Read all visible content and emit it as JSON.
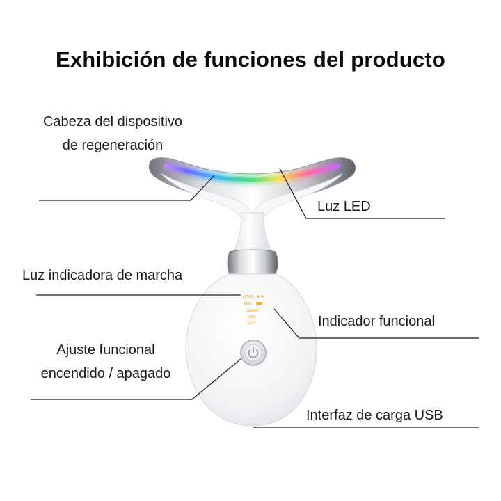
{
  "title": "Exhibición de funciones del producto",
  "labels": {
    "head_line1": "Cabeza del dispositivo",
    "head_line2": "de regeneración",
    "led": "Luz LED",
    "running_light": "Luz indicadora de marcha",
    "function_indicator": "Indicador funcional",
    "power_line1": "Ajuste funcional",
    "power_line2": "encendido / apagado",
    "usb": "Interfaz de carga USB"
  },
  "panel_indicators": [
    "LEVEL",
    "EMS",
    "CLEAN",
    "EMS",
    "HOT"
  ],
  "colors": {
    "led_gradient": [
      "#8a6cff",
      "#3fb6ff",
      "#44e07a",
      "#ffe040",
      "#ff5a8a",
      "#b36bff"
    ],
    "indicator_text": "#e6a21a",
    "device_body": "#f4f5f7",
    "chrome_band": "#a9adb3"
  }
}
